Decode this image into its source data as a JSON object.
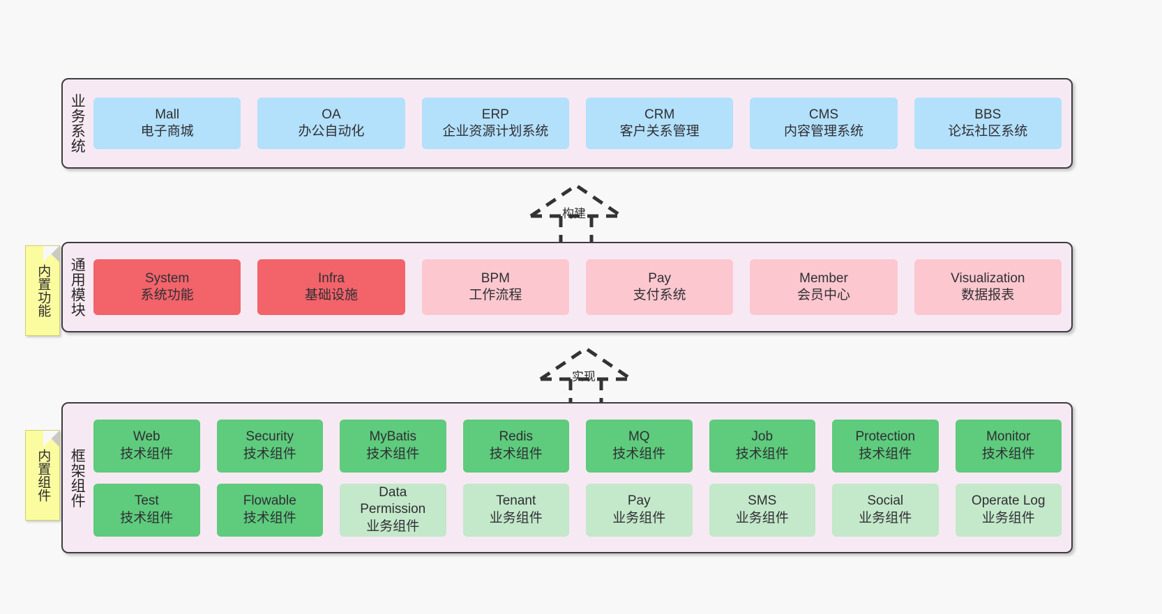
{
  "diagram": {
    "background": "#f8f8f8",
    "container_fill": "#f7e9f3",
    "container_border": "#3c3c41",
    "note_fill": "#fbfba0"
  },
  "layers": [
    {
      "key": "business",
      "title": "业务系统",
      "rows": [
        {
          "cells": [
            {
              "en": "Mall",
              "cn": "电子商城",
              "color": "#b3e0fb",
              "style": "c-blue"
            },
            {
              "en": "OA",
              "cn": "办公自动化",
              "color": "#b3e0fb",
              "style": "c-blue"
            },
            {
              "en": "ERP",
              "cn": "企业资源计划系统",
              "color": "#b3e0fb",
              "style": "c-blue"
            },
            {
              "en": "CRM",
              "cn": "客户关系管理",
              "color": "#b3e0fb",
              "style": "c-blue"
            },
            {
              "en": "CMS",
              "cn": "内容管理系统",
              "color": "#b3e0fb",
              "style": "c-blue"
            },
            {
              "en": "BBS",
              "cn": "论坛社区系统",
              "color": "#b3e0fb",
              "style": "c-blue"
            }
          ]
        }
      ]
    },
    {
      "key": "common",
      "title": "通用模块",
      "note": "内置功能",
      "rows": [
        {
          "cells": [
            {
              "en": "System",
              "cn": "系统功能",
              "color": "#f2636a",
              "style": "c-red"
            },
            {
              "en": "Infra",
              "cn": "基础设施",
              "color": "#f2636a",
              "style": "c-red"
            },
            {
              "en": "BPM",
              "cn": "工作流程",
              "color": "#fcc7cf",
              "style": "c-pink"
            },
            {
              "en": "Pay",
              "cn": "支付系统",
              "color": "#fcc7cf",
              "style": "c-pink"
            },
            {
              "en": "Member",
              "cn": "会员中心",
              "color": "#fcc7cf",
              "style": "c-pink"
            },
            {
              "en": "Visualization",
              "cn": "数据报表",
              "color": "#fcc7cf",
              "style": "c-pink"
            }
          ]
        }
      ]
    },
    {
      "key": "framework",
      "title": "框架组件",
      "note": "内置组件",
      "rows": [
        {
          "cells": [
            {
              "en": "Web",
              "cn": "技术组件",
              "color": "#5ecb7d",
              "style": "c-green-dark"
            },
            {
              "en": "Security",
              "cn": "技术组件",
              "color": "#5ecb7d",
              "style": "c-green-dark"
            },
            {
              "en": "MyBatis",
              "cn": "技术组件",
              "color": "#5ecb7d",
              "style": "c-green-dark"
            },
            {
              "en": "Redis",
              "cn": "技术组件",
              "color": "#5ecb7d",
              "style": "c-green-dark"
            },
            {
              "en": "MQ",
              "cn": "技术组件",
              "color": "#5ecb7d",
              "style": "c-green-dark"
            },
            {
              "en": "Job",
              "cn": "技术组件",
              "color": "#5ecb7d",
              "style": "c-green-dark"
            },
            {
              "en": "Protection",
              "cn": "技术组件",
              "color": "#5ecb7d",
              "style": "c-green-dark"
            },
            {
              "en": "Monitor",
              "cn": "技术组件",
              "color": "#5ecb7d",
              "style": "c-green-dark"
            }
          ]
        },
        {
          "cells": [
            {
              "en": "Test",
              "cn": "技术组件",
              "color": "#5ecb7d",
              "style": "c-green-dark"
            },
            {
              "en": "Flowable",
              "cn": "技术组件",
              "color": "#5ecb7d",
              "style": "c-green-dark"
            },
            {
              "en": "Data Permission",
              "cn": "业务组件",
              "color": "#c3e8ca",
              "style": "c-green-light"
            },
            {
              "en": "Tenant",
              "cn": "业务组件",
              "color": "#c3e8ca",
              "style": "c-green-light"
            },
            {
              "en": "Pay",
              "cn": "业务组件",
              "color": "#c3e8ca",
              "style": "c-green-light"
            },
            {
              "en": "SMS",
              "cn": "业务组件",
              "color": "#c3e8ca",
              "style": "c-green-light"
            },
            {
              "en": "Social",
              "cn": "业务组件",
              "color": "#c3e8ca",
              "style": "c-green-light"
            },
            {
              "en": "Operate Log",
              "cn": "业务组件",
              "color": "#c3e8ca",
              "style": "c-green-light"
            }
          ]
        }
      ]
    }
  ],
  "connectors": [
    {
      "key": "build",
      "label": "构建",
      "from": "common",
      "to": "business"
    },
    {
      "key": "implement",
      "label": "实现",
      "from": "framework",
      "to": "common"
    }
  ]
}
